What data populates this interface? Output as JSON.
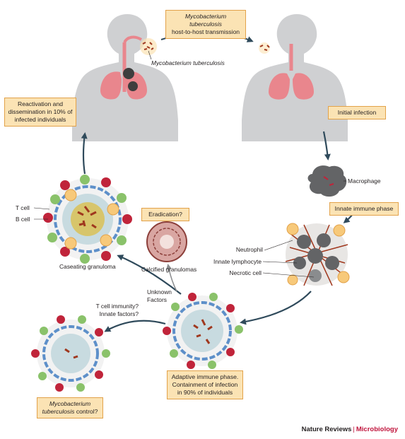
{
  "boxes": {
    "transmission_italic": "Mycobacterium tuberculosis",
    "transmission_rest": "host-to-host transmission",
    "reactivation": [
      "Reactivation and",
      "dissemination in 10% of",
      "infected individuals"
    ],
    "initial": "Initial infection",
    "innate": "Innate immune phase",
    "eradication": "Eradication?",
    "adaptive": [
      "Adaptive immune phase.",
      "Containment of infection",
      "in 90% of individuals"
    ],
    "control_italic": [
      "Mycobacterium",
      "tuberculosis"
    ],
    "control_rest": "control?"
  },
  "labels": {
    "mtb": "Mycobacterium tuberculosis",
    "macrophage": "Macrophage",
    "neutrophil": "Neutrophil",
    "innate_lymphocyte": "Innate lymphocyte",
    "necrotic_cell": "Necrotic cell",
    "t_cell": "T cell",
    "b_cell": "B cell",
    "caseating": "Caseating granuloma",
    "calcified": "Calcified granulomas",
    "unknown": [
      "Unknown",
      "Factors"
    ],
    "tcell_immunity": [
      "T cell immunity?",
      "Innate factors?"
    ]
  },
  "footer": {
    "journal": "Nature Reviews",
    "section": "Microbiology"
  },
  "colors": {
    "silhouette": "#cfd0d2",
    "lung": "#e9868d",
    "box_fill": "#fbe3b4",
    "box_border": "#e2a24a",
    "arrow": "#2f4a5b",
    "brand": "#c0143c"
  }
}
